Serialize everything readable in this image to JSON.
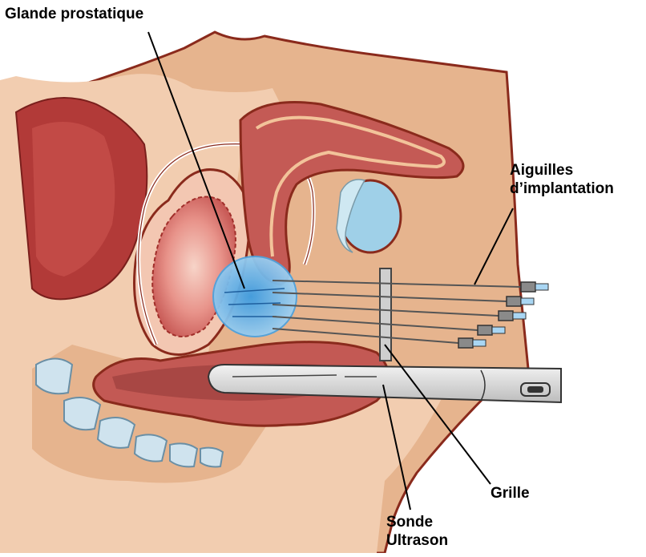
{
  "labels": {
    "prostate": "Glande prostatique",
    "needles_line1": "Aiguilles",
    "needles_line2": "d’implantation",
    "grid": "Grille",
    "probe_line1": "Sonde",
    "probe_line2": "Ultrason"
  },
  "colors": {
    "skin": "#efc7a8",
    "skin_dark": "#e3ae8a",
    "outline": "#8a2a1c",
    "rectum": "#c25a55",
    "rectum_inner": "#a84845",
    "bladder": "#f4b9a8",
    "prostate": "#6fb8e6",
    "bone": "#cfe3ee",
    "probe": "#d8d8d8",
    "needle_hub": "#8a8a8a"
  }
}
